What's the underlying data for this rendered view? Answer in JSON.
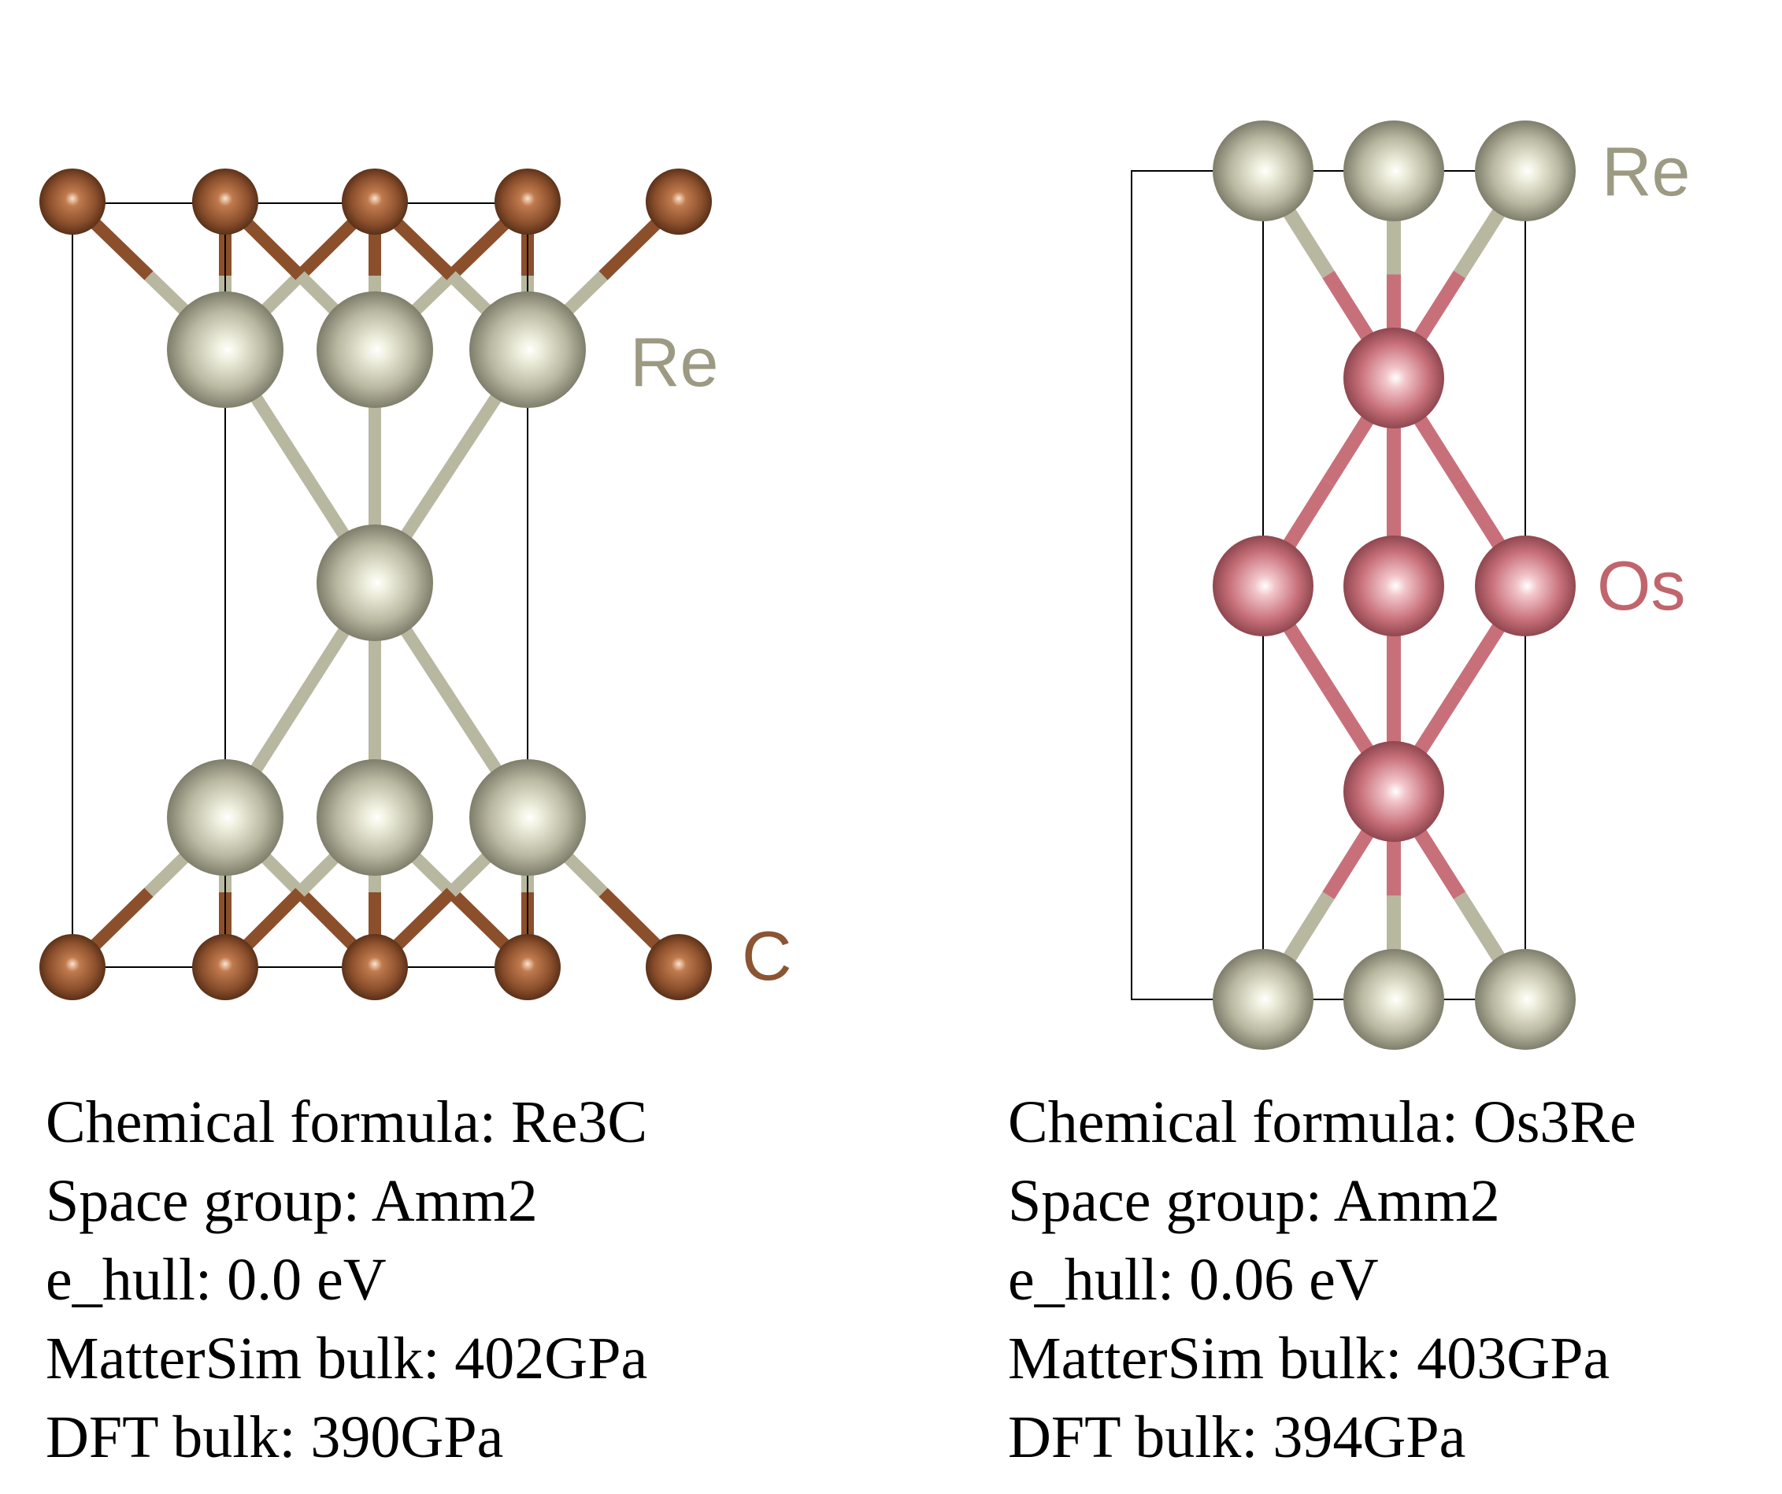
{
  "panels": [
    {
      "labels": [
        {
          "text": "Re",
          "color": "#9c9a82"
        },
        {
          "text": "C",
          "color": "#8b5533"
        }
      ],
      "info": [
        "Chemical formula: Re3C",
        "Space group: Amm2",
        "e_hull: 0.0 eV",
        "MatterSim bulk: 402GPa",
        "DFT bulk: 390GPa"
      ]
    },
    {
      "labels": [
        {
          "text": "Re",
          "color": "#9c9a82"
        },
        {
          "text": "Os",
          "color": "#c0656c"
        }
      ],
      "info": [
        "Chemical formula: Os3Re",
        "Space group: Amm2",
        "e_hull: 0.06 eV",
        "MatterSim bulk: 403GPa",
        "DFT bulk: 394GPa"
      ]
    }
  ],
  "colors": {
    "re_atom": "#b8b7a0",
    "c_atom": "#8b4f2c",
    "os_atom": "#c8707a",
    "cell_line": "#000000"
  }
}
